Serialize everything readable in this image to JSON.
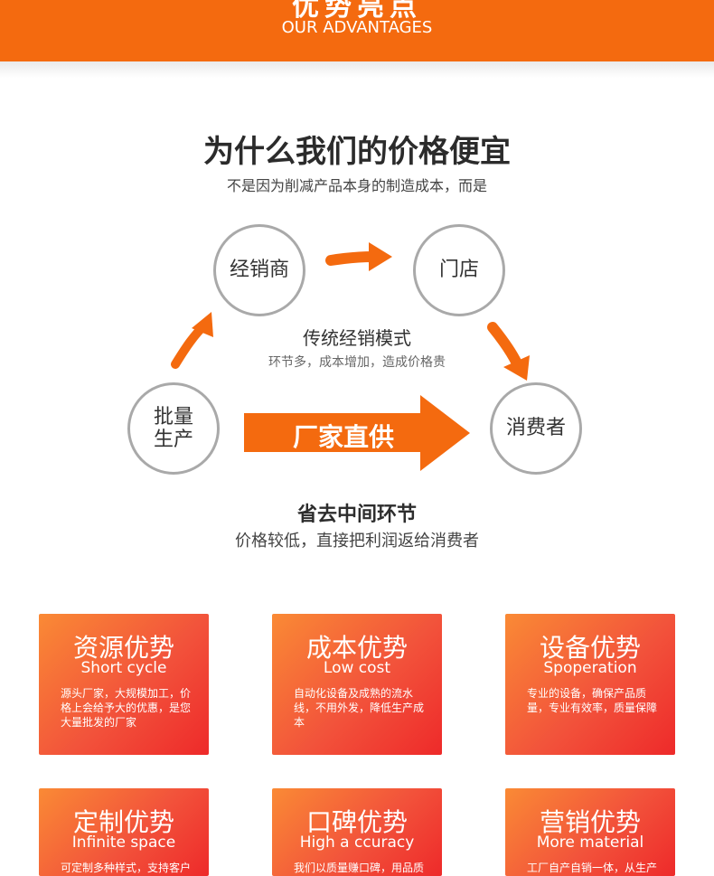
{
  "banner": {
    "title_cut": "优势亮点",
    "subtitle": "OUR ADVANTAGES"
  },
  "intro": {
    "title": "为什么我们的价格便宜",
    "subtitle": "不是因为削减产品本身的制造成本，而是"
  },
  "cycle": {
    "nodes": [
      "经销商",
      "门店",
      "批量\n生产",
      "消费者"
    ],
    "center_title": "传统经销模式",
    "center_subtitle": "环节多，成本增加，造成价格贵",
    "arrow_label": "厂家直供"
  },
  "summary": {
    "title": "省去中间环节",
    "subtitle": "价格较低，直接把利润返给消费者"
  },
  "cards": [
    {
      "title": "资源优势",
      "english": "Short cycle",
      "desc": "源头厂家，大规模加工，价格上会给予大的优惠，是您大量批发的厂家"
    },
    {
      "title": "成本优势",
      "english": "Low cost",
      "desc": "自动化设备及成熟的流水线，不用外发，降低生产成本"
    },
    {
      "title": "设备优势",
      "english": "Spoperation",
      "desc": "专业的设备，确保产品质量，专业有效率，质量保障"
    },
    {
      "title": "定制优势",
      "english": "Infinite space",
      "desc": "可定制多种样式，支持客户个性化需求"
    },
    {
      "title": "口碑优势",
      "english": "High a ccuracy",
      "desc": "我们以质量赚口碑，用品质赢得客户信赖"
    },
    {
      "title": "营销优势",
      "english": "More material",
      "desc": "工厂自产自销一体，从生产加工到市场销售，提高效率"
    }
  ],
  "colors": {
    "accent": "#f46a0f",
    "card_start": "#fa8a35",
    "card_end": "#ee2a2a",
    "circle_border": "#a9a9a9"
  }
}
